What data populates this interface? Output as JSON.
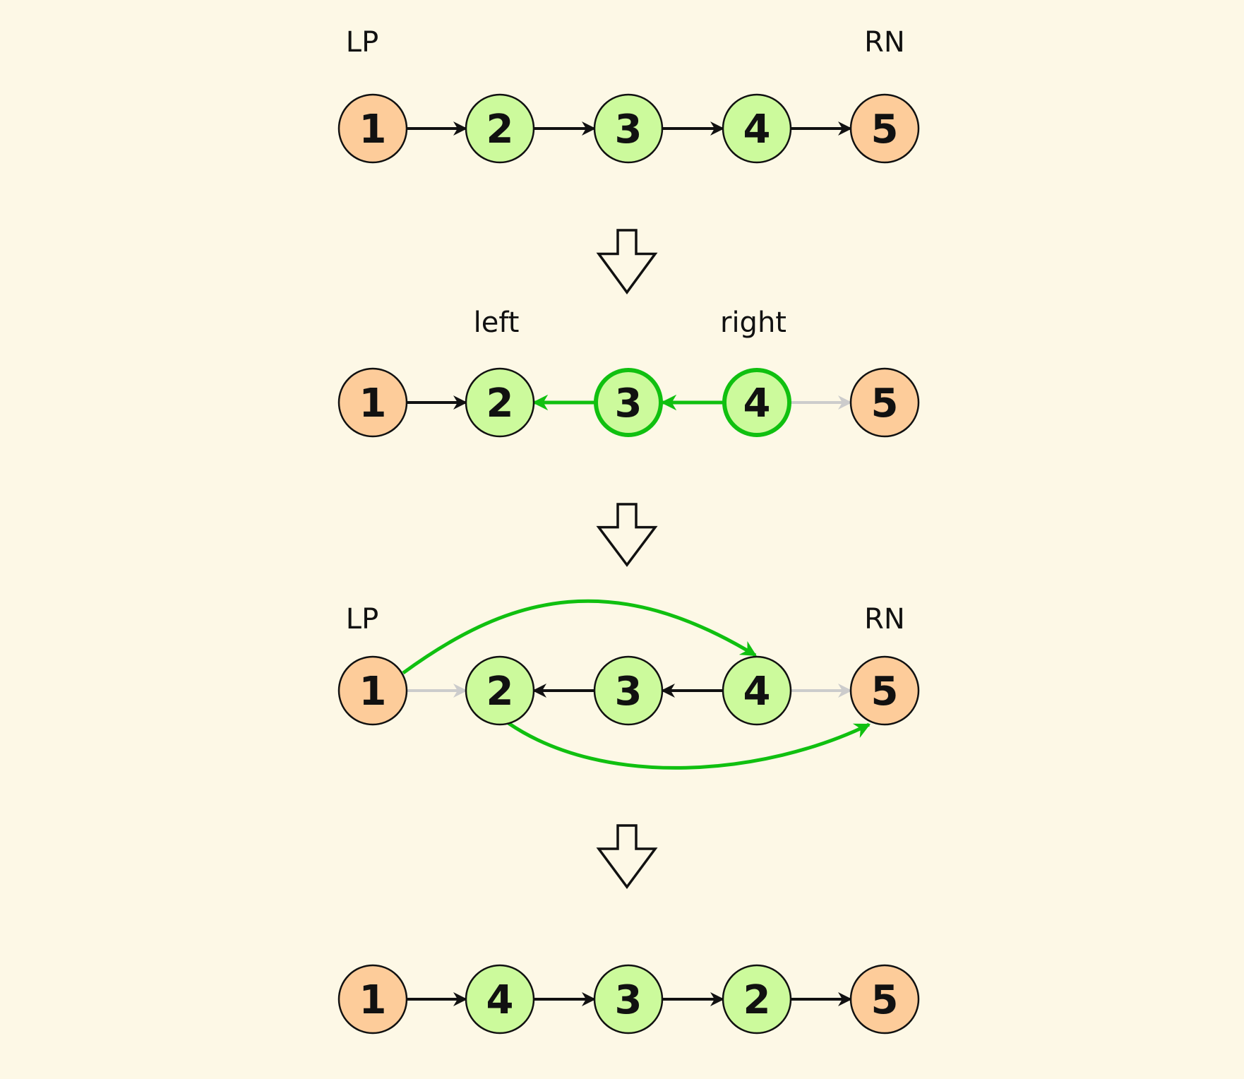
{
  "colors": {
    "background": "#fdf8e6",
    "end_node": "#fdcc9a",
    "middle_node": "#ccfa9c",
    "highlight": "#10c010",
    "inactive": "#cccccc",
    "stroke": "#111111"
  },
  "steps": [
    {
      "nodes": [
        "1",
        "2",
        "3",
        "4",
        "5"
      ],
      "labels": [
        {
          "text": "LP",
          "node": 0
        },
        {
          "text": "RN",
          "node": 4
        }
      ],
      "links": [
        "normal",
        "normal",
        "normal",
        "normal"
      ]
    },
    {
      "nodes": [
        "1",
        "2",
        "3",
        "4",
        "5"
      ],
      "labels": [
        {
          "text": "left",
          "node": 1
        },
        {
          "text": "right",
          "node": 3
        }
      ],
      "links": [
        "normal",
        "reverse-green",
        "reverse-green",
        "gray"
      ],
      "highlighted_nodes": [
        2,
        3
      ]
    },
    {
      "nodes": [
        "1",
        "2",
        "3",
        "4",
        "5"
      ],
      "labels": [
        {
          "text": "LP",
          "node": 0
        },
        {
          "text": "RN",
          "node": 4
        }
      ],
      "links": [
        "gray",
        "reverse",
        "reverse",
        "gray"
      ],
      "curves": [
        {
          "from": 0,
          "to": 3
        },
        {
          "from": 1,
          "to": 4
        }
      ]
    },
    {
      "nodes": [
        "1",
        "4",
        "3",
        "2",
        "5"
      ],
      "labels": [],
      "links": [
        "normal",
        "normal",
        "normal",
        "normal"
      ]
    }
  ]
}
